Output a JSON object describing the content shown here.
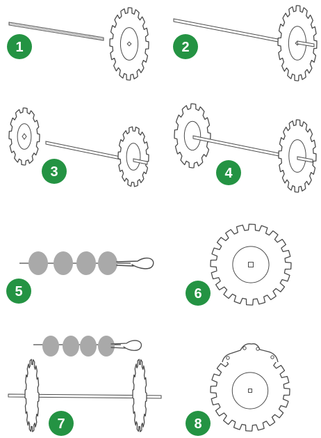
{
  "colors": {
    "badge": "#249343",
    "badge_text": "#ffffff",
    "line": "#4a4a4a",
    "washer": "#a9a9a9"
  },
  "steps": [
    {
      "label": "1"
    },
    {
      "label": "2"
    },
    {
      "label": "3"
    },
    {
      "label": "4"
    },
    {
      "label": "5"
    },
    {
      "label": "6"
    },
    {
      "label": "7"
    },
    {
      "label": "8"
    }
  ]
}
